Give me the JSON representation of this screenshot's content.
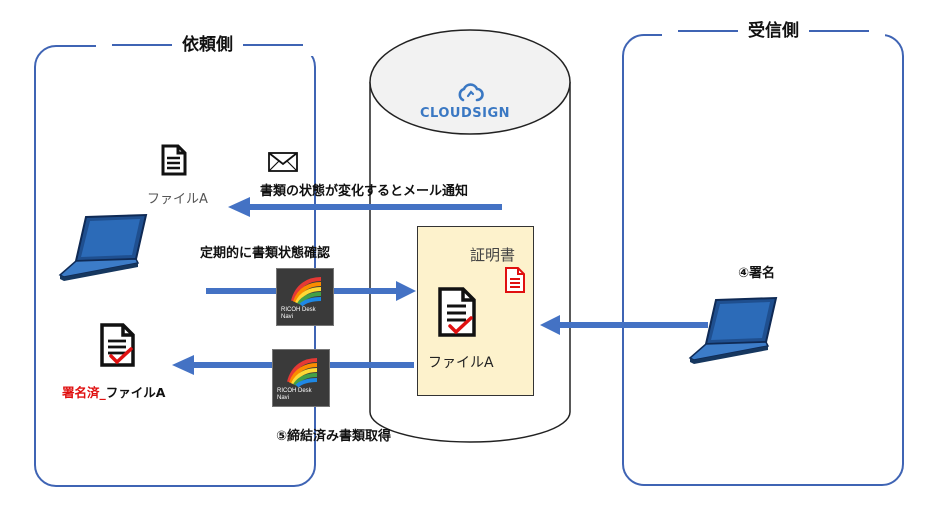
{
  "requester": {
    "title": "依頼側"
  },
  "receiver": {
    "title": "受信側"
  },
  "cloud": {
    "brand": "CLOUDSIGN"
  },
  "file_top": {
    "label": "ファイルA"
  },
  "notice": {
    "label": "書類の状態が変化するとメール通知"
  },
  "periodic": {
    "label": "定期的に書類状態確認"
  },
  "certificate": {
    "label": "証明書",
    "file_label": "ファイルA"
  },
  "signed_file": {
    "prefix": "署名済_",
    "name": "ファイルA"
  },
  "step4": {
    "label": "④署名"
  },
  "step5": {
    "label": "⑤締結済み書類取得"
  },
  "ricoh_logo": {
    "text": "RICOH Desk\nNavi"
  },
  "colors": {
    "panel_border": "#3f64b4",
    "arrow": "#4472c4",
    "cloud_brand": "#3a78c3",
    "cert_bg": "#fdf2cc",
    "accent_red": "#e01010"
  }
}
